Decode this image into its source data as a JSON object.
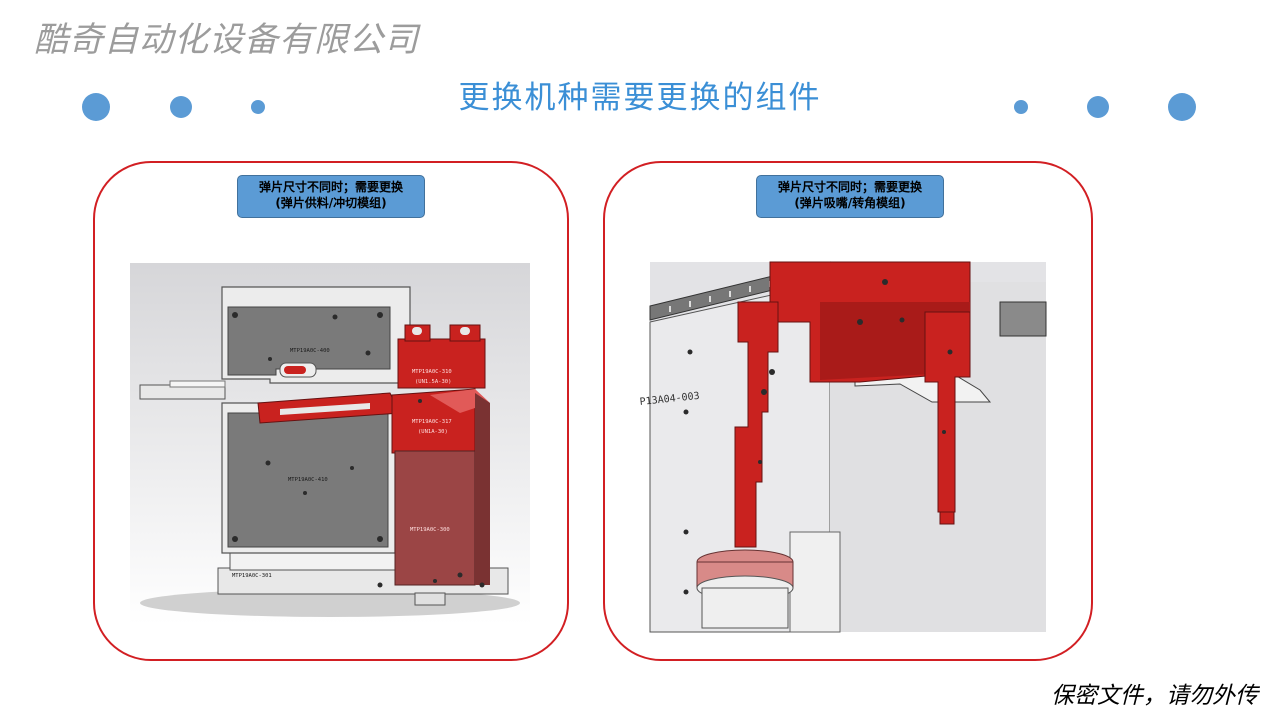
{
  "header": {
    "company": "酷奇自动化设备有限公司",
    "title": "更换机种需要更换的组件"
  },
  "panels": [
    {
      "callout_line1": "弹片尺寸不同时；需要更换",
      "callout_line2": "(弹片供料/冲切模组)",
      "labels": [
        "MTP19A0C-400",
        "MTP19A0C-310",
        "(UN1.5A-30)",
        "MTP19A0C-317",
        "(UN1A-30)",
        "MTP19A0C-410",
        "MTP19A0C-300",
        "MTP19A0C-301"
      ]
    },
    {
      "callout_line1": "弹片尺寸不同时；需要更换",
      "callout_line2": "(弹片吸嘴/转角模组)",
      "labels": [
        "P13A04-003"
      ]
    }
  ],
  "footer": {
    "confidential": "保密文件，请勿外传"
  },
  "colors": {
    "accent": "#5b9bd5",
    "title": "#3b8fd6",
    "frame": "#d21f23",
    "part_red": "#c9221f",
    "part_grey": "#808080"
  }
}
